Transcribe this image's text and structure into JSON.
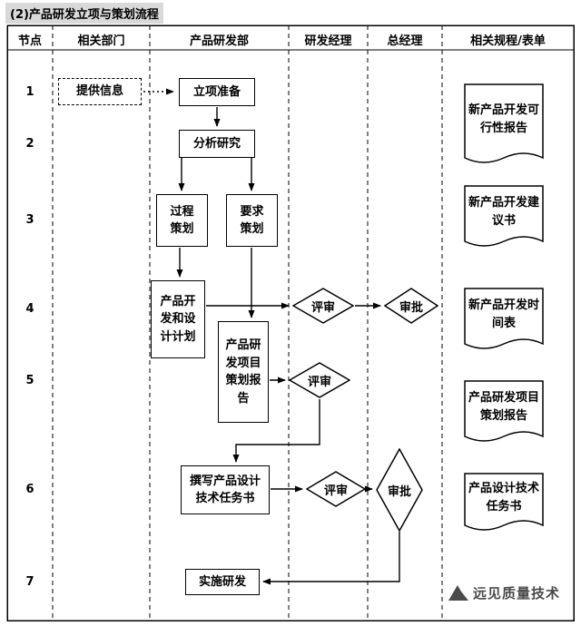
{
  "title": "(2)产品研发立项与策划流程",
  "columns": [
    "节点",
    "相关部门",
    "产品研发部",
    "研发经理",
    "总经理",
    "相关规程/表单"
  ],
  "node_numbers": [
    "1",
    "2",
    "3",
    "4",
    "5",
    "6",
    "7"
  ],
  "shapes": {
    "provide_info": "提供信息",
    "project_prep": "立项准备",
    "analysis": "分析研究",
    "process_planning": "过程\n策划",
    "requirement_planning": "要求\n策划",
    "dev_design_plan": "产品开\n发和设\n计计划",
    "rd_planning_report": "产品研\n发项目\n策划报\n告",
    "review": "评审",
    "approve": "审批",
    "write_task_book": "撰写产品设计\n技术任务书",
    "implement_rd": "实施研发"
  },
  "documents": [
    "新产品开发可\n行性报告",
    "新产品开发建\n议书",
    "新产品开发时\n间表",
    "产品研发项目\n策划报告",
    "产品设计技术\n任务书"
  ],
  "watermark": "远见质量技术",
  "colors": {
    "line": "#000000",
    "title_bg": "#d9d9d9",
    "watermark": "#4a4a4a"
  }
}
